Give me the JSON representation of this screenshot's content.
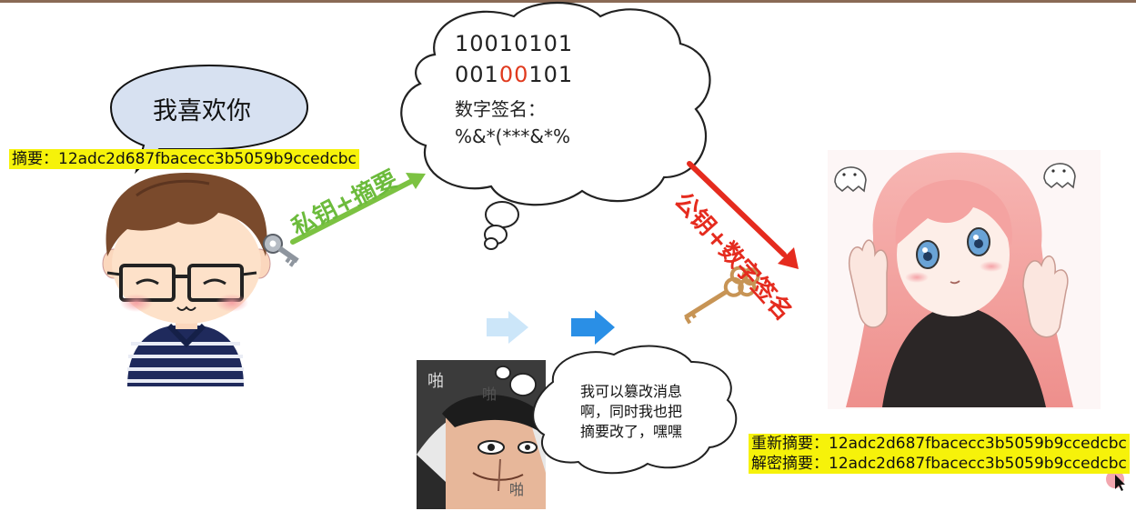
{
  "sender_bubble": {
    "text": "我喜欢你"
  },
  "sender_digest": {
    "label": "摘要：",
    "value": "12adc2d687fbacecc3b5059b9ccedcbc"
  },
  "sign_arrow_label": "私钥+摘要",
  "cloud": {
    "line1": "10010101",
    "line2_prefix": "001",
    "line2_highlight": "00",
    "line2_suffix": "101",
    "signature_label": "数字签名：",
    "signature_value": "%&*(***&*%"
  },
  "verify_arrow_label": "公钥+数字签名",
  "attacker_bubble": {
    "line1": "我可以篡改消息",
    "line2": "啊，同时我也把",
    "line3": "摘要改了，嘿嘿"
  },
  "manga_sfx": {
    "sfx1": "啪",
    "sfx2": "啪",
    "sfx3": "啪"
  },
  "receiver_digests": {
    "recomputed_label": "重新摘要：",
    "recomputed_value": "12adc2d687fbacecc3b5059b9ccedcbc",
    "decrypted_label": "解密摘要：",
    "decrypted_value": "12adc2d687fbacecc3b5059b9ccedcbc"
  },
  "colors": {
    "highlight": "#f6f20a",
    "sign_arrow": "#7cc242",
    "verify_arrow": "#e52b1e",
    "changed_bits": "#e03a1e",
    "flow_arrow": "#2a8fe6"
  }
}
